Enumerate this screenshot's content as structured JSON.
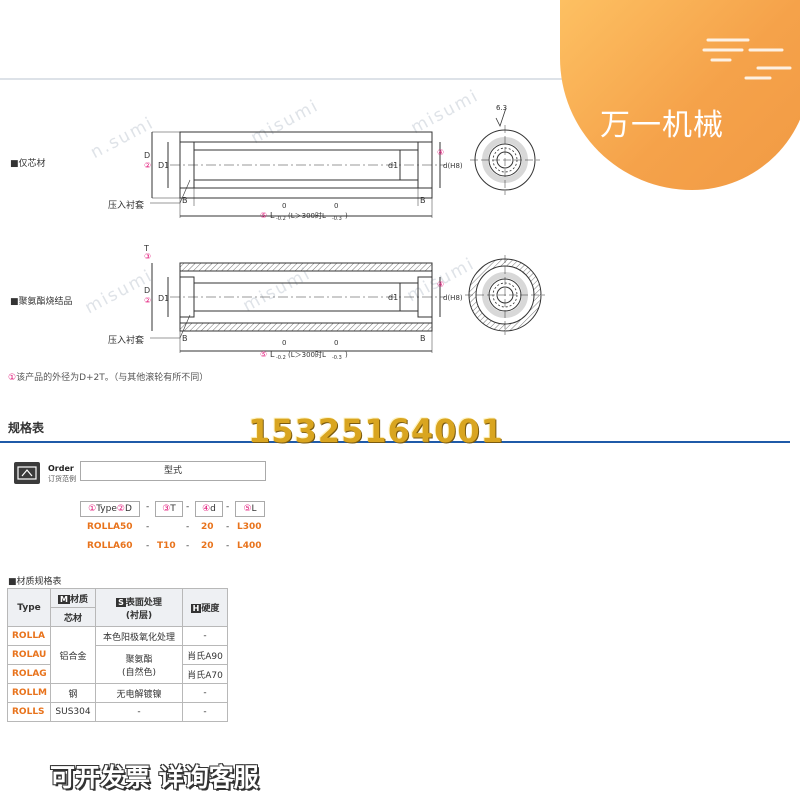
{
  "overlay": {
    "brand_text": "万一机械",
    "phone": "15325164001",
    "footer_text": "可开发票 详询客服"
  },
  "watermarks": [
    "n.sumi",
    "misumi",
    "misumi",
    "misumi",
    "misumi",
    "misumi"
  ],
  "drawing1": {
    "label": "■仅芯材",
    "press_fit": "压入衬套",
    "dim_B": "B",
    "dim_D1": "D1",
    "dim_d1": "d1",
    "dim_D_num": "②",
    "dim_D": "D",
    "dim_d_num": "④",
    "dim_d": "d(H8)",
    "length_num": "⑤",
    "length_text": "L",
    "length_tol1": "-0.2",
    "length_mid": "(L＞300时L",
    "length_tol2": "-0.3",
    "length_end": ")",
    "zero": "0",
    "roughness": "6.3"
  },
  "drawing2": {
    "label": "■聚氨酯烧结品",
    "press_fit": "压入衬套",
    "dim_T_num": "③",
    "dim_T": "T",
    "dim_D_num": "②",
    "dim_D": "D",
    "dim_D1": "D1",
    "dim_d1": "d1",
    "dim_d_num": "④",
    "dim_d": "d(H8)",
    "dim_B": "B",
    "length_num": "⑤",
    "length_text": "L",
    "length_tol1": "-0.2",
    "length_mid": "(L＞300时L",
    "length_tol2": "-0.3",
    "length_end": ")",
    "zero": "0"
  },
  "note": {
    "icon": "①",
    "text": "该产品的外径为D+2T。（与其他滚轮有所不同）"
  },
  "spec": {
    "title": "规格表",
    "order_en": "Order",
    "order_cn": "订货范例",
    "type_header": "型式",
    "codes": [
      {
        "num": "①",
        "label": "Type"
      },
      {
        "num": "②",
        "label": "D"
      },
      {
        "num": "③",
        "label": "T"
      },
      {
        "num": "④",
        "label": "d"
      },
      {
        "num": "⑤",
        "label": "L"
      }
    ],
    "dash": "-",
    "rows": [
      {
        "type": "ROLLA50",
        "t": "",
        "d": "20",
        "l": "L300"
      },
      {
        "type": "ROLLA60",
        "t": "T10",
        "d": "20",
        "l": "L400"
      }
    ]
  },
  "material": {
    "title": "■材质规格表",
    "headers": {
      "type": "Type",
      "m_icon": "M",
      "m_label": "材质",
      "m_sub": "芯材",
      "s_icon": "S",
      "s_label": "表面处理",
      "s_sub": "(衬层)",
      "h_icon": "H",
      "h_label": "硬度"
    },
    "rows": [
      {
        "type": "ROLLA",
        "material": "",
        "surface": "本色阳极氧化处理",
        "hardness": "-"
      },
      {
        "type": "ROLAU",
        "material": "铝合金",
        "surface": "聚氨酯",
        "hardness": "肖氏A90"
      },
      {
        "type": "ROLAG",
        "material": "",
        "surface": "(自然色)",
        "hardness": "肖氏A70"
      },
      {
        "type": "ROLLM",
        "material": "钢",
        "surface": "无电解镀镍",
        "hardness": "-"
      },
      {
        "type": "ROLLS",
        "material": "SUS304",
        "surface": "-",
        "hardness": "-"
      }
    ]
  },
  "colors": {
    "accent_blue": "#1f5aa8",
    "orange": "#e8731c",
    "magenta": "#e2197a",
    "blob": "#f5a24a"
  }
}
